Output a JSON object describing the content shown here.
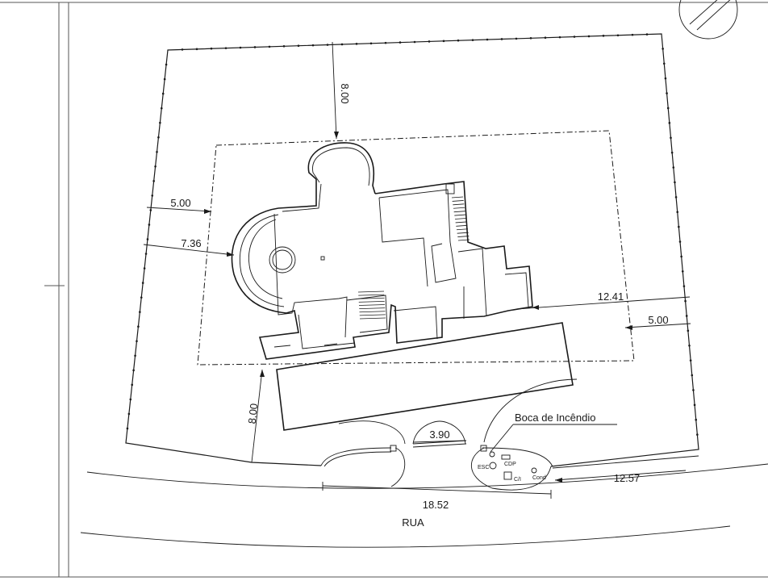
{
  "dimensions": {
    "top_setback": "8.00",
    "left_setback": "5.00",
    "left_distance": "7.36",
    "right_width": "12.41",
    "right_setback": "5.00",
    "front_setback": "8.00",
    "gate_width": "3.90",
    "frontage": "18.52",
    "side_frontage": "12.57"
  },
  "labels": {
    "hydrant": "Boca de Incêndio",
    "street": "RUA",
    "esc": "ESC",
    "cdp": "CDP",
    "ci": "C/I",
    "cond": "Cond"
  }
}
